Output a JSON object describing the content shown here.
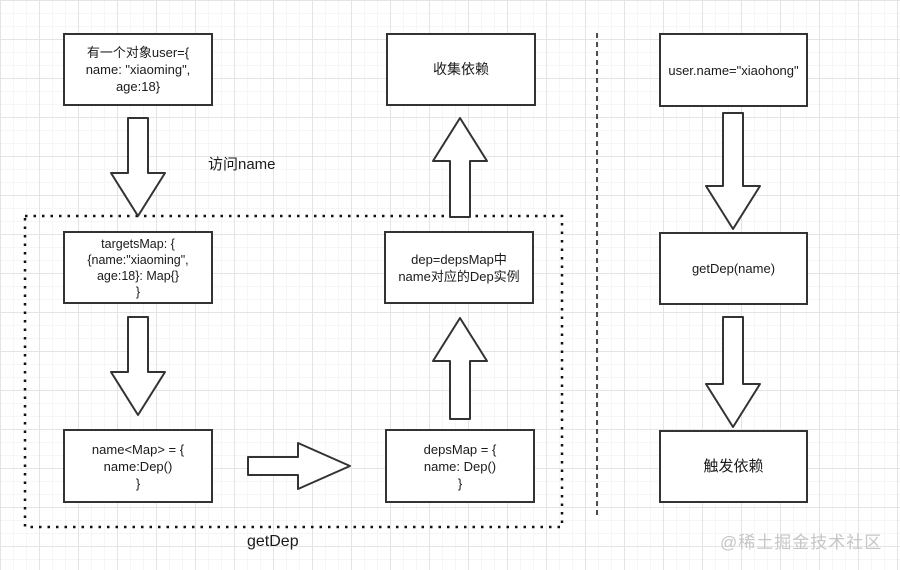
{
  "diagram_title": "dependency collection / trigger flow (getDep)",
  "boxes": {
    "user_object": {
      "lines": [
        "有一个对象user={",
        "name: \"xiaoming\",",
        "age:18}"
      ]
    },
    "collect_deps": {
      "lines": [
        "收集依赖"
      ]
    },
    "set_name": {
      "lines": [
        "user.name=\"xiaohong\""
      ]
    },
    "targets_map": {
      "lines": [
        "targetsMap: {",
        "{name:\"xiaoming\",",
        "age:18}: Map{}",
        "}"
      ]
    },
    "dep_instance": {
      "lines": [
        "dep=depsMap中",
        "name对应的Dep实例"
      ]
    },
    "name_map": {
      "lines": [
        "name<Map> = {",
        "name:Dep()",
        "}"
      ]
    },
    "deps_map": {
      "lines": [
        "depsMap = {",
        "name: Dep()",
        "}"
      ]
    },
    "get_dep_call": {
      "lines": [
        "getDep(name)"
      ]
    },
    "trigger_deps": {
      "lines": [
        "触发依赖"
      ]
    }
  },
  "labels": {
    "access_name": "访问name",
    "group_name": "getDep",
    "watermark": "@稀土掘金技术社区"
  },
  "colors": {
    "box_border": "#333333",
    "text": "#1a1a1a",
    "grid_major": "#e4e4e4",
    "grid_minor": "#f6f6f6",
    "watermark": "#c6c6c6",
    "background": "#ffffff"
  }
}
